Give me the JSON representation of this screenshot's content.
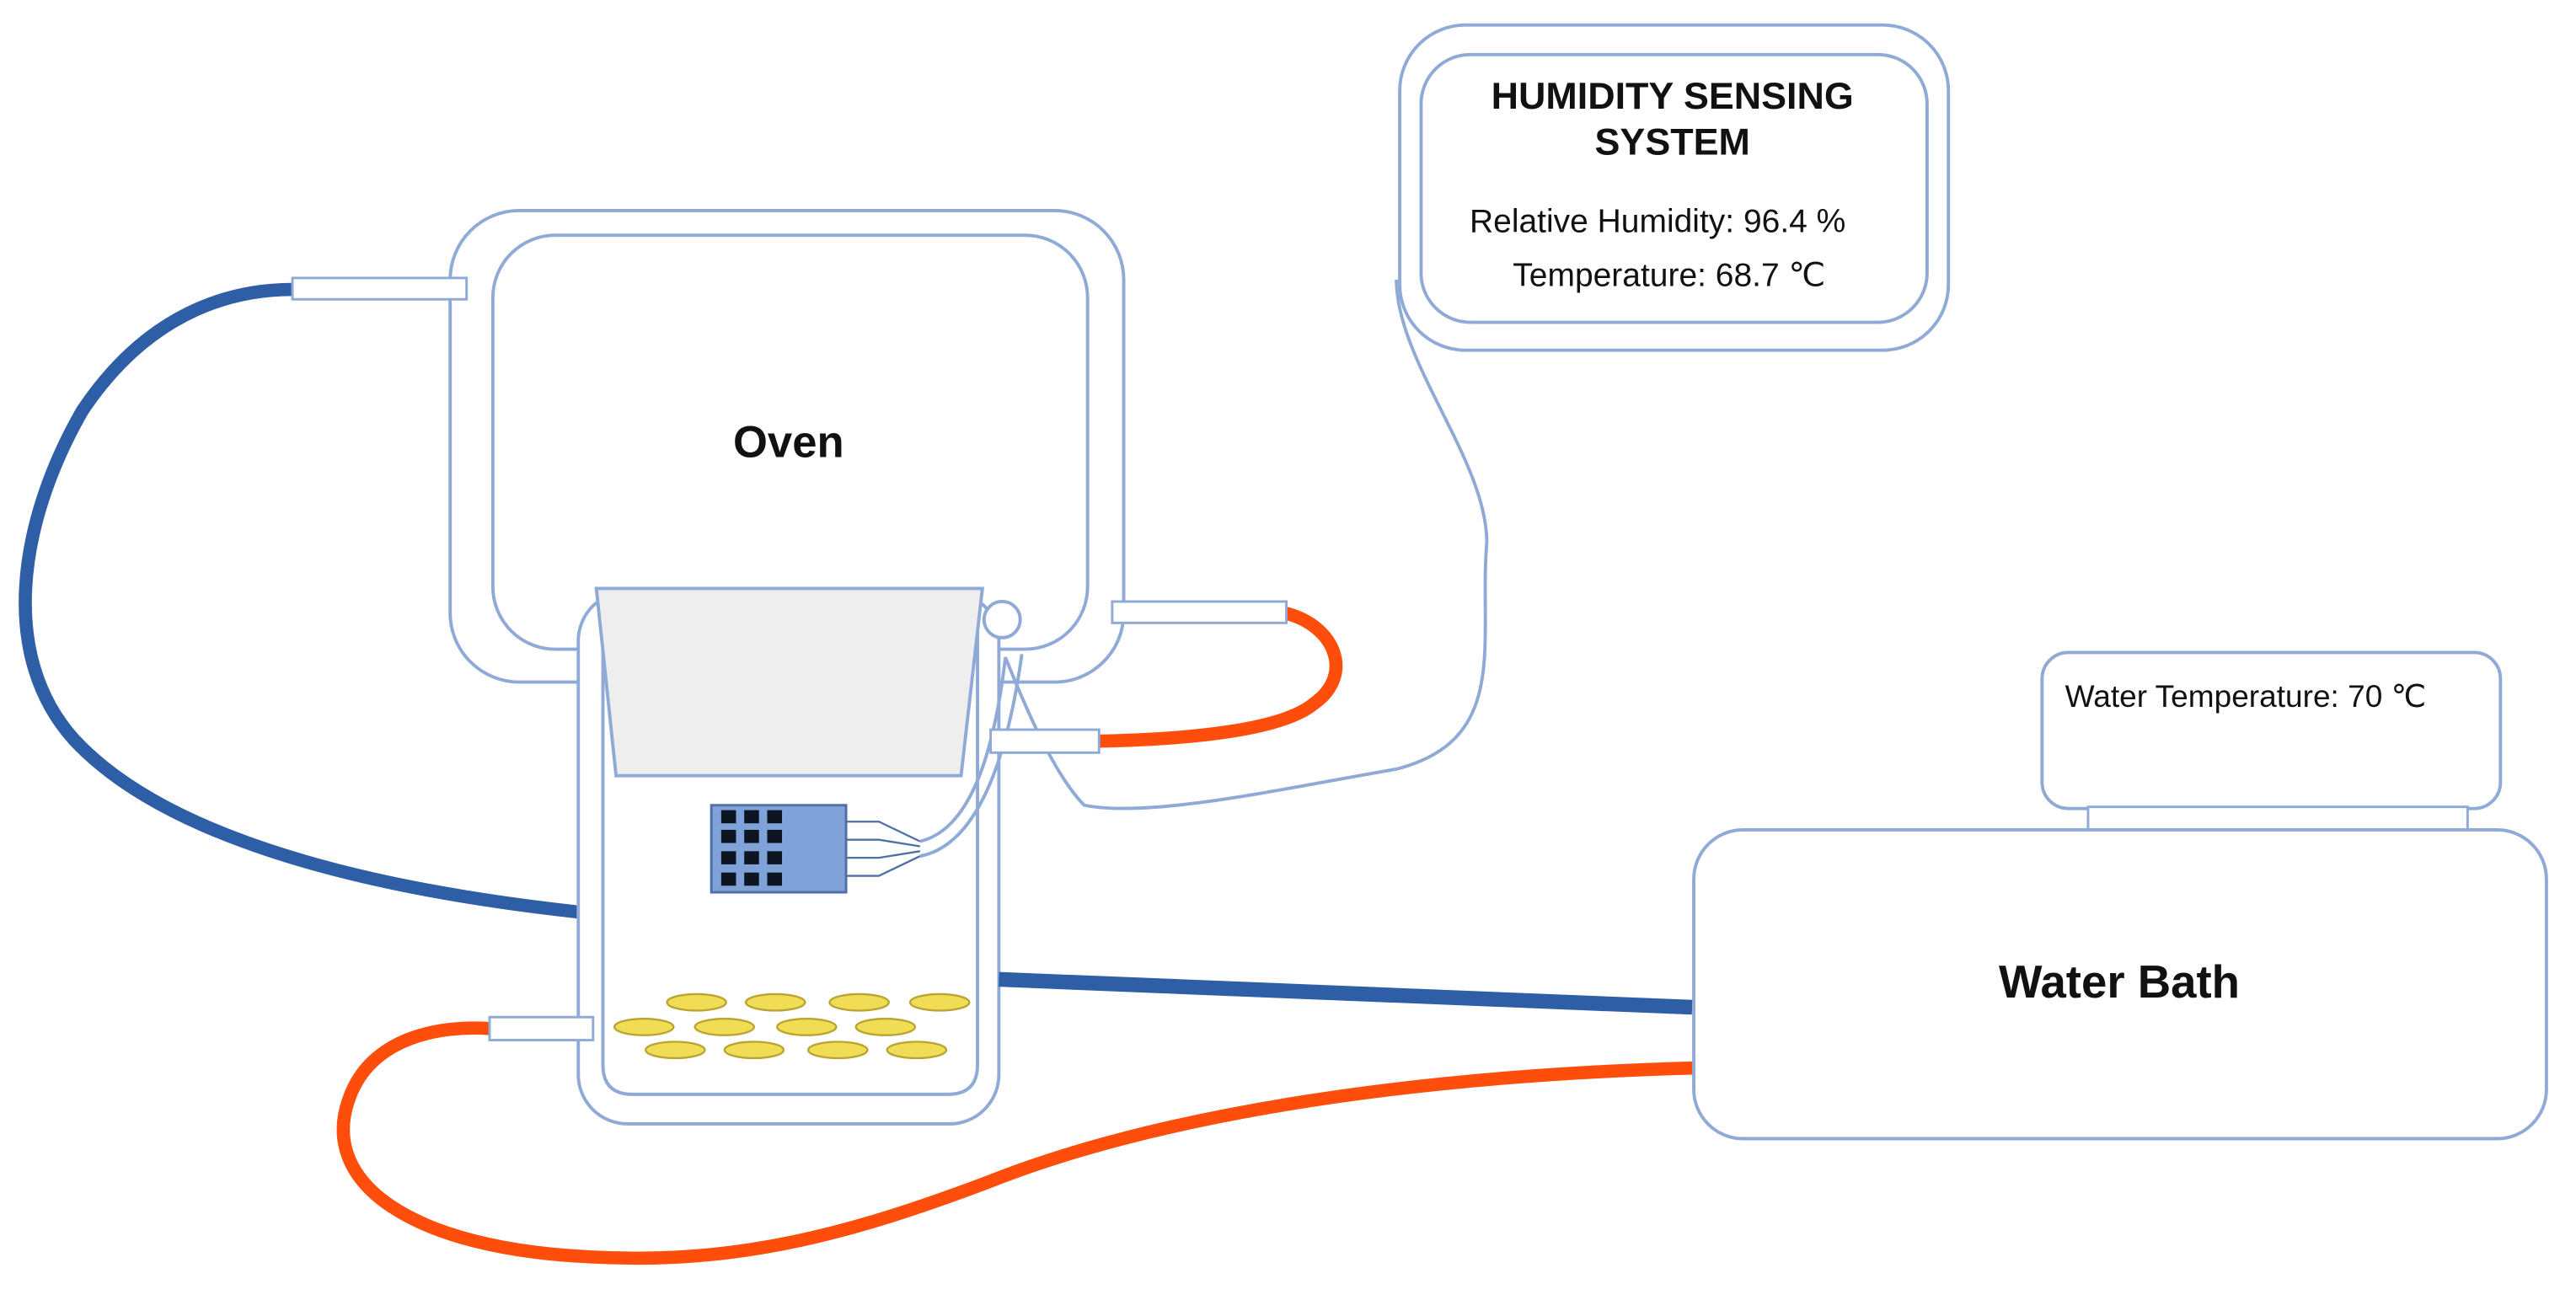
{
  "colors": {
    "outline": "#8faad6",
    "cold_tube": "#2e5fa6",
    "hot_tube": "#ff4d0c",
    "lid_fill": "#eeeeee",
    "sensor_body": "#7fa3d8",
    "sensor_cell": "#0d1422",
    "salt_fill": "#f1dd55",
    "salt_stroke": "#b9a431"
  },
  "oven": {
    "label": "Oven"
  },
  "humidity_system": {
    "title_line1": "HUMIDITY SENSING",
    "title_line2": "SYSTEM",
    "humidity_reading": "Relative Humidity: 96.4 %",
    "temperature_reading": "Temperature: 68.7 ℃"
  },
  "water_bath": {
    "label": "Water Bath",
    "display_reading": "Water Temperature: 70 ℃"
  },
  "icons": {
    "sensor": "humidity-sensor-icon",
    "salt_pellets": "salt-pellet-icon"
  }
}
